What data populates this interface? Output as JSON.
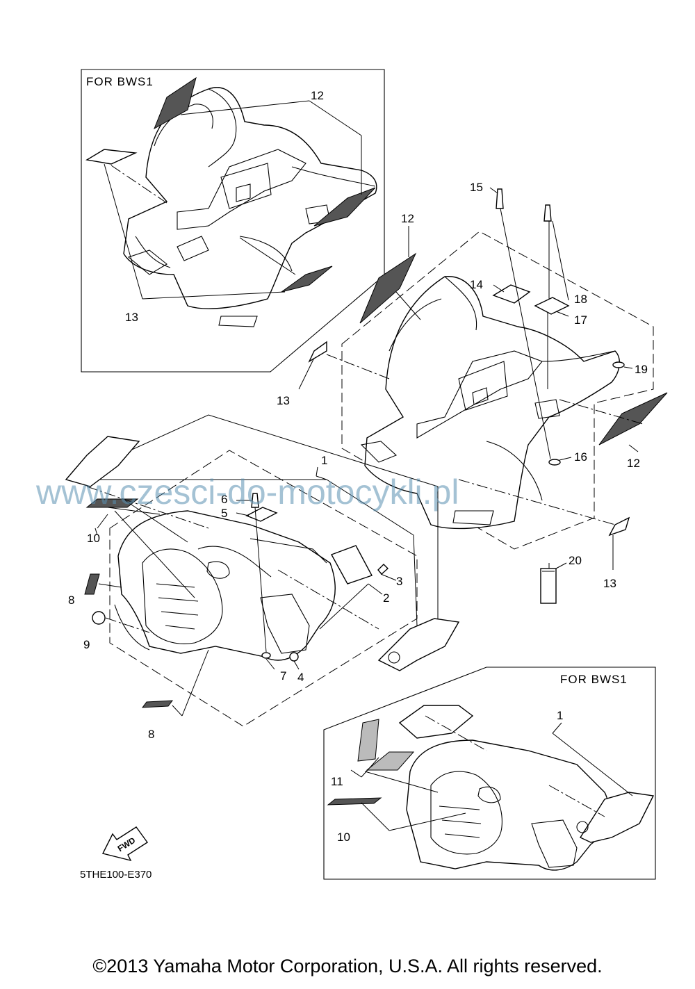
{
  "boxes": {
    "top_left_title": "FOR  BWS1",
    "bottom_right_title": "FOR  BWS1"
  },
  "labels": {
    "l1_main": "1",
    "l1_box": "1",
    "l2": "2",
    "l3": "3",
    "l4": "4",
    "l5": "5",
    "l6": "6",
    "l7": "7",
    "l8_upper": "8",
    "l8_lower": "8",
    "l9": "9",
    "l10_main": "10",
    "l10_box": "10",
    "l11": "11",
    "l12_box": "12",
    "l12_top": "12",
    "l12_right": "12",
    "l13_box": "13",
    "l13_left": "13",
    "l13_right": "13",
    "l14": "14",
    "l15": "15",
    "l16": "16",
    "l17": "17",
    "l18": "18",
    "l19": "19",
    "l20": "20"
  },
  "fwd_label": "FWD",
  "diagram_code": "5THE100-E370",
  "watermark": "www.czesci-do-motocykli.pl",
  "copyright": "©2013 Yamaha Motor Corporation, U.S.A. All rights reserved."
}
